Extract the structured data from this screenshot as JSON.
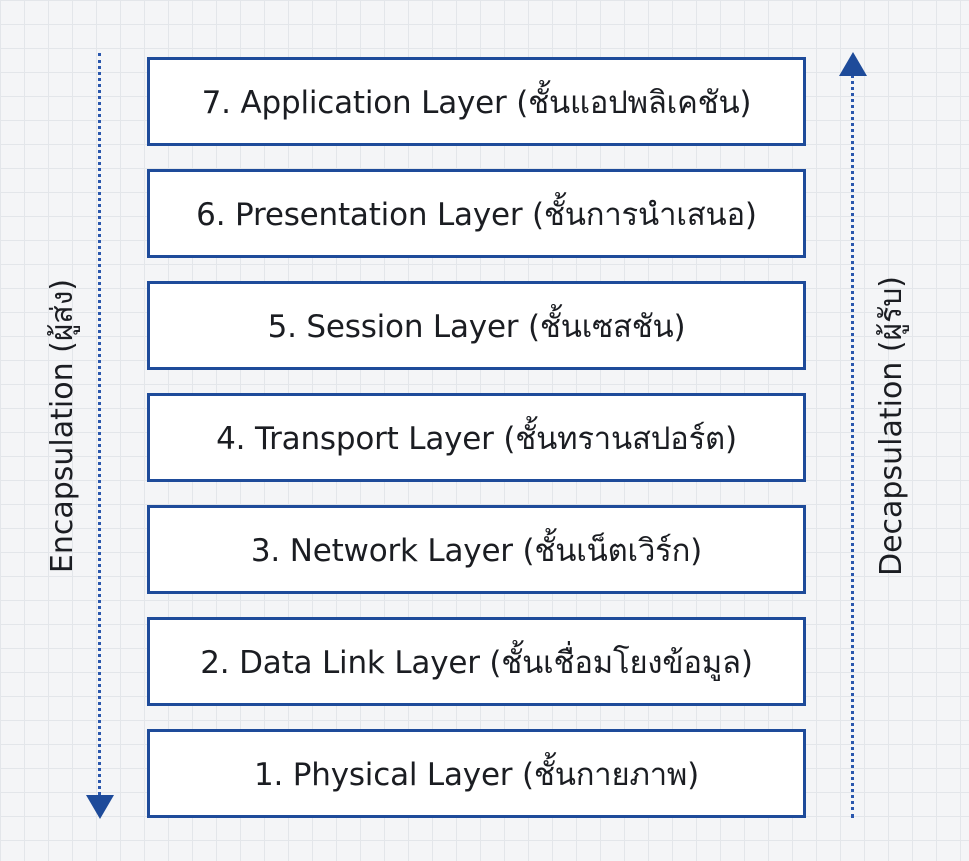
{
  "layers": [
    {
      "label": "7. Application Layer (ชั้นแอปพลิเคชัน)"
    },
    {
      "label": "6. Presentation Layer (ชั้นการนำเสนอ)"
    },
    {
      "label": "5. Session Layer (ชั้นเซสชัน)"
    },
    {
      "label": "4. Transport Layer (ชั้นทรานสปอร์ต)"
    },
    {
      "label": "3. Network Layer (ชั้นเน็ตเวิร์ก)"
    },
    {
      "label": "2. Data Link Layer (ชั้นเชื่อมโยงข้อมูล)"
    },
    {
      "label": "1. Physical Layer (ชั้นกายภาพ)"
    }
  ],
  "left_axis": {
    "label": "Encapsulation (ผู้ส่ง)",
    "direction": "down"
  },
  "right_axis": {
    "label": "Decapsulation (ผู้รับ)",
    "direction": "up"
  },
  "colors": {
    "border": "#1e4b9a",
    "arrow": "#2a57ad",
    "text": "#1b1d22",
    "box_fill": "#ffffff",
    "background": "#f4f5f7",
    "grid": "#e3e6ea"
  }
}
